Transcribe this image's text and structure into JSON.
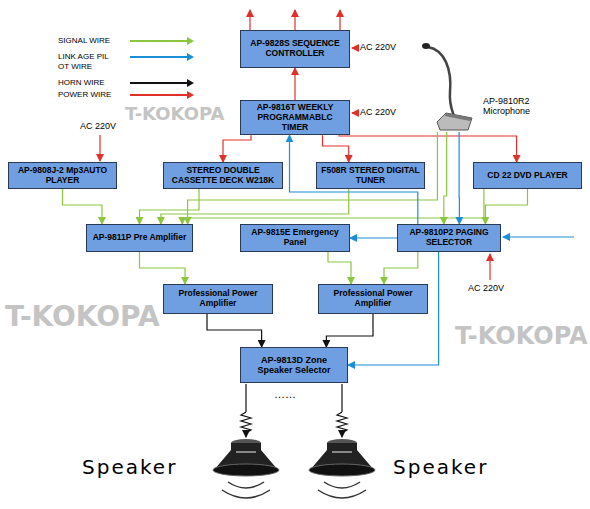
{
  "diagram": {
    "nodes": [
      {
        "text": [
          "AP-9828S SEQUENCE CONTROLLER"
        ]
      },
      {
        "text": [
          "AP-9816T WEEKLY PROGRAMMABLC TIMER"
        ]
      },
      {
        "text": [
          "AP-9810R2 Microphone"
        ]
      },
      {
        "text": [
          "AP-9808J-2 Mp3AUTO PLAYER"
        ]
      },
      {
        "text": [
          "STEREO DOUBLE CASSETTE DECK W218K"
        ]
      },
      {
        "text": [
          "F508R STEREO DIGITAL TUNER"
        ]
      },
      {
        "text": [
          "CD 22 DVD PLAYER"
        ]
      },
      {
        "text": [
          "AP-9811P Pre Amplifier"
        ]
      },
      {
        "text": [
          "AP-9815E Emergency Panel"
        ]
      },
      {
        "text": [
          "AP-9810P2 PAGING SELECTOR"
        ]
      },
      {
        "text": [
          "Professional Power Amplifier"
        ]
      },
      {
        "text": [
          "Professional Power Amplifier"
        ]
      },
      {
        "text": [
          "AP-9813D Zone Speaker Selector"
        ]
      }
    ],
    "edges": [
      {
        "from": 1,
        "to": 0,
        "arrow": "to"
      },
      {
        "from": 1,
        "to": 4,
        "arrow": "to"
      },
      {
        "from": 1,
        "to": 5,
        "arrow": "to"
      },
      {
        "from": 1,
        "to": 6,
        "arrow": "to"
      },
      {
        "from": 3,
        "to": 7,
        "arrow": "to"
      },
      {
        "from": 4,
        "to": 7,
        "arrow": "to"
      },
      {
        "from": 5,
        "to": 7,
        "arrow": "to"
      },
      {
        "from": 6,
        "to": 7,
        "arrow": "to"
      },
      {
        "from": 6,
        "to": 9,
        "arrow": "to"
      },
      {
        "from": 2,
        "to": 7,
        "arrow": "to"
      },
      {
        "from": 2,
        "to": 9,
        "arrow": "to"
      },
      {
        "from": 2,
        "to": 9,
        "arrow": "to"
      },
      {
        "from": 9,
        "to": 1,
        "arrow": "to"
      },
      {
        "from": 9,
        "to": 8,
        "arrow": "to"
      },
      {
        "from": 9,
        "to": 12,
        "arrow": "to"
      },
      {
        "from": 7,
        "to": 10,
        "arrow": "to"
      },
      {
        "from": 9,
        "to": 11,
        "arrow": "to"
      },
      {
        "from": 8,
        "to": 11,
        "arrow": "to"
      },
      {
        "from": 10,
        "to": 12,
        "arrow": "to"
      },
      {
        "from": 11,
        "to": 12,
        "arrow": "to"
      }
    ],
    "labels": [
      "AC 220V",
      "AC 220V",
      "AC 220V",
      "AC 220V",
      "T-KOKOPA",
      "T-KOKOPA",
      "T-KOKOPA",
      "……",
      "Speaker",
      "Speaker"
    ],
    "legend": [
      {
        "text": "SIGNAL WIRE",
        "color": "#8cc63f"
      },
      {
        "text": "LINK AGE PIL OT WIRE",
        "color": "#1b8fd6"
      },
      {
        "text": "HORN WIRE",
        "color": "#111111"
      },
      {
        "text": "POWER WIRE",
        "color": "#e0302a"
      }
    ]
  }
}
